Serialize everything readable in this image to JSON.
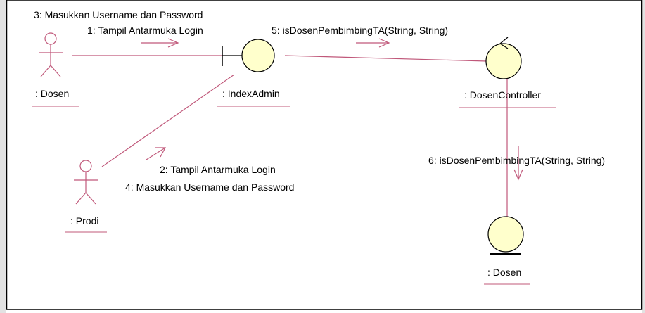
{
  "diagram": {
    "type": "uml-collaboration-diagram",
    "colors": {
      "background": "#ffffff",
      "frame": "#000000",
      "link": "#c0587a",
      "object_fill": "#ffffcc",
      "outline": "#000000",
      "side_shadow": "#c8c8c8"
    },
    "objects": {
      "dosen_actor": {
        "label": ": Dosen",
        "kind": "actor"
      },
      "prodi_actor": {
        "label": ": Prodi",
        "kind": "actor"
      },
      "index_admin": {
        "label": ": IndexAdmin",
        "kind": "boundary"
      },
      "dosen_controller": {
        "label": ": DosenController",
        "kind": "control"
      },
      "dosen_entity": {
        "label": ": Dosen",
        "kind": "entity"
      }
    },
    "messages": {
      "m1": "1: Tampil Antarmuka Login",
      "m2": "2: Tampil Antarmuka Login",
      "m3": "3: Masukkan Username dan Password",
      "m4": "4: Masukkan Username dan Password",
      "m5": "5: isDosenPembimbingTA(String, String)",
      "m6": "6: isDosenPembimbingTA(String, String)"
    }
  }
}
